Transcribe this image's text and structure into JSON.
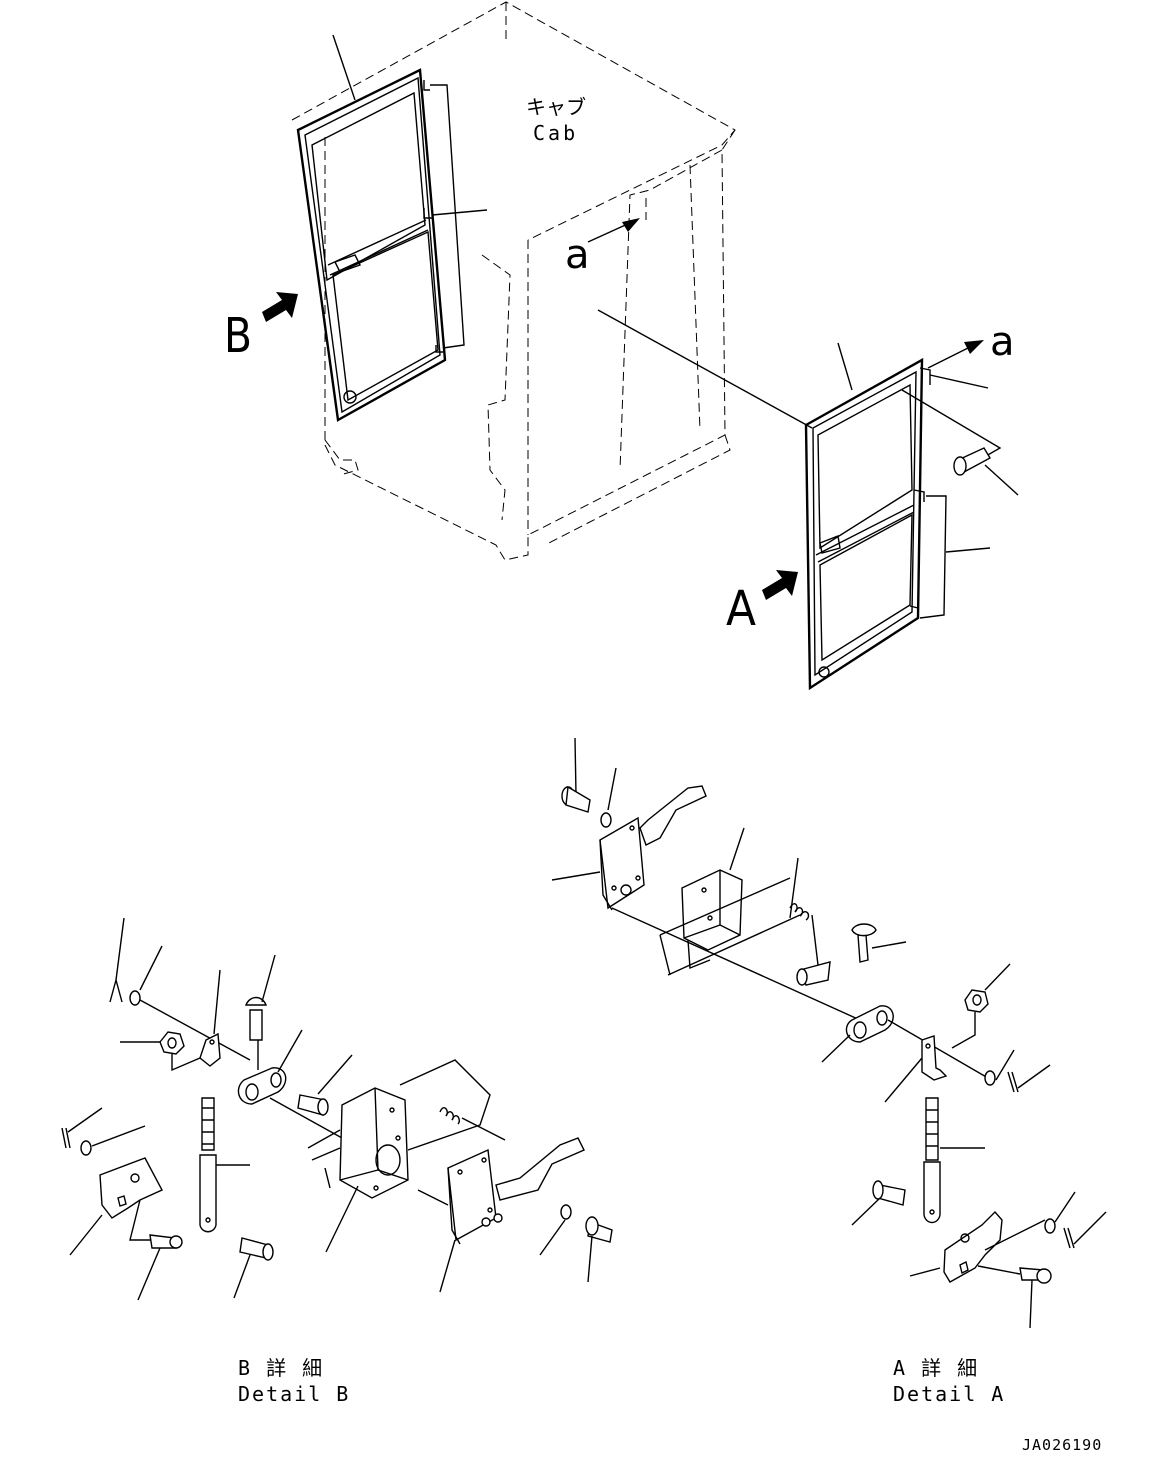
{
  "labels": {
    "cab_jp": "キャブ",
    "cab_en": "Cab",
    "view_a": "A",
    "view_b": "B",
    "ref_a_top": "a",
    "ref_a_right": "a",
    "detail_b_jp": "B 詳 細",
    "detail_b_en": "Detail B",
    "detail_a_jp": "A 詳 細",
    "detail_a_en": "Detail A",
    "drawing_code": "JA026190"
  }
}
